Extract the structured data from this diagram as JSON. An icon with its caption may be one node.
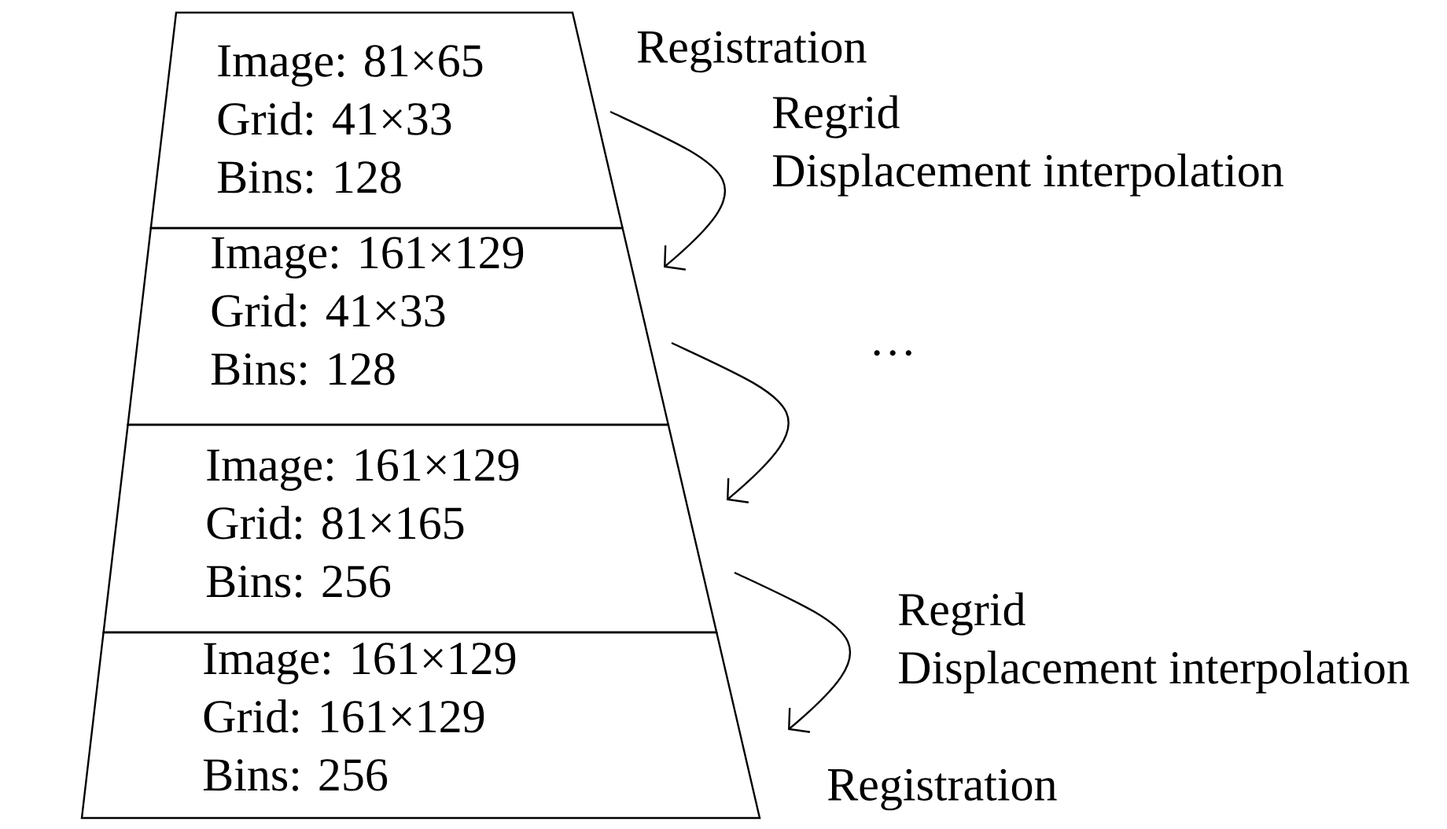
{
  "diagram": {
    "nodes": [
      {
        "text": [
          "Image: 81×65",
          "Grid: 41×33",
          "Bins: 128"
        ],
        "beside": [
          "Registration"
        ]
      },
      {
        "text": [
          "Image: 161×129",
          "Grid: 41×33",
          "Bins: 128"
        ]
      },
      {
        "text": [
          "Image: 161×129",
          "Grid: 81×165",
          "Bins: 256"
        ]
      },
      {
        "text": [
          "Image: 161×129",
          "Grid: 161×129",
          "Bins: 256"
        ],
        "beside": [
          "Registration"
        ]
      }
    ],
    "edges": [
      {
        "from": 0,
        "to": 1,
        "arrow": "to",
        "label": "Regrid Displacement interpolation"
      },
      {
        "from": 1,
        "to": 2,
        "arrow": "to",
        "label": "…"
      },
      {
        "from": 2,
        "to": 3,
        "arrow": "to",
        "label": "Regrid Displacement interpolation"
      }
    ]
  }
}
